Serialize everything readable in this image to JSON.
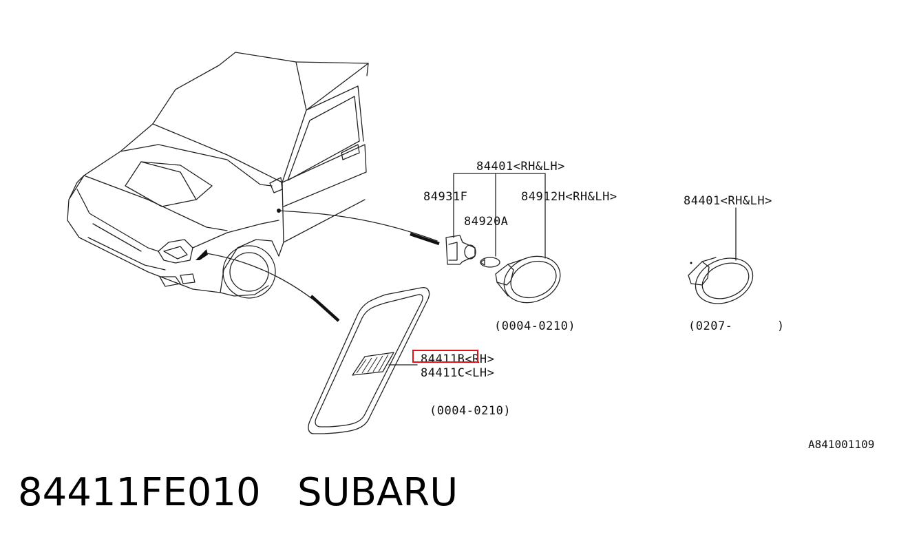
{
  "diagram": {
    "labels": {
      "assy_top": "84401<RH&LH>",
      "socket": "84931F",
      "lens": "84912H<RH&LH>",
      "bulb": "84920A",
      "assy_right": "84401<RH&LH>",
      "range_assy_left": "(0004-0210)",
      "range_assy_right": "(0207-      )",
      "trim_rh": "84411B<RH>",
      "trim_lh": "84411C<LH>",
      "range_trim": "(0004-0210)",
      "drawing_ref": "A841001109"
    },
    "highlight_color": "#e0121b"
  },
  "caption": {
    "part_number": "84411FE010",
    "brand": "SUBARU"
  }
}
